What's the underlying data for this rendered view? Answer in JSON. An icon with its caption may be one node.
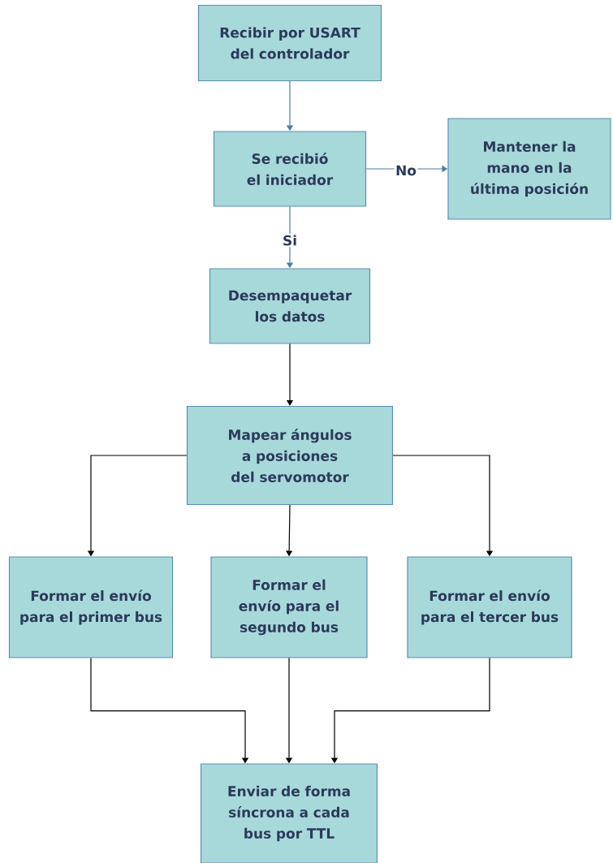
{
  "diagram": {
    "nodes": [
      {
        "text": [
          "Recibir por USART del controlador"
        ]
      },
      {
        "text": [
          "Se recibió el iniciador"
        ]
      },
      {
        "text": [
          "Mantener la mano en la última posición"
        ]
      },
      {
        "text": [
          "Desempaquetar los datos"
        ]
      },
      {
        "text": [
          "Mapear ángulos a posiciones del servomotor"
        ]
      },
      {
        "text": [
          "Formar el envío para el primer bus"
        ]
      },
      {
        "text": [
          "Formar el envío para el segundo bus"
        ]
      },
      {
        "text": [
          "Formar el envío para el tercer bus"
        ]
      },
      {
        "text": [
          "Enviar de forma síncrona a cada bus por TTL"
        ]
      }
    ],
    "edges": [
      {
        "from": 0,
        "to": 1,
        "arrow": "to",
        "color": "#4a7fa0"
      },
      {
        "from": 1,
        "to": 2,
        "arrow": "to",
        "label": "No",
        "color": "#4a7fa0"
      },
      {
        "from": 1,
        "to": 3,
        "arrow": "to",
        "label": "Si",
        "color": "#4a7fa0"
      },
      {
        "from": 3,
        "to": 4,
        "arrow": "to"
      },
      {
        "from": 4,
        "to": 5,
        "arrow": "to"
      },
      {
        "from": 4,
        "to": 6,
        "arrow": "to"
      },
      {
        "from": 4,
        "to": 7,
        "arrow": "to"
      },
      {
        "from": 5,
        "to": 8,
        "arrow": "to"
      },
      {
        "from": 6,
        "to": 8,
        "arrow": "to"
      },
      {
        "from": 7,
        "to": 8,
        "arrow": "to"
      }
    ]
  }
}
